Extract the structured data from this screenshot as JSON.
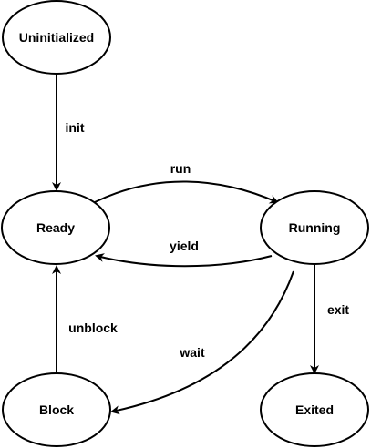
{
  "states": {
    "uninitialized": "Uninitialized",
    "ready": "Ready",
    "running": "Running",
    "block": "Block",
    "exited": "Exited"
  },
  "transitions": {
    "init": "init",
    "run": "run",
    "yield": "yield",
    "unblock": "unblock",
    "wait": "wait",
    "exit": "exit"
  },
  "colors": {
    "stroke": "#000000",
    "fill": "#ffffff",
    "text": "#000000"
  }
}
